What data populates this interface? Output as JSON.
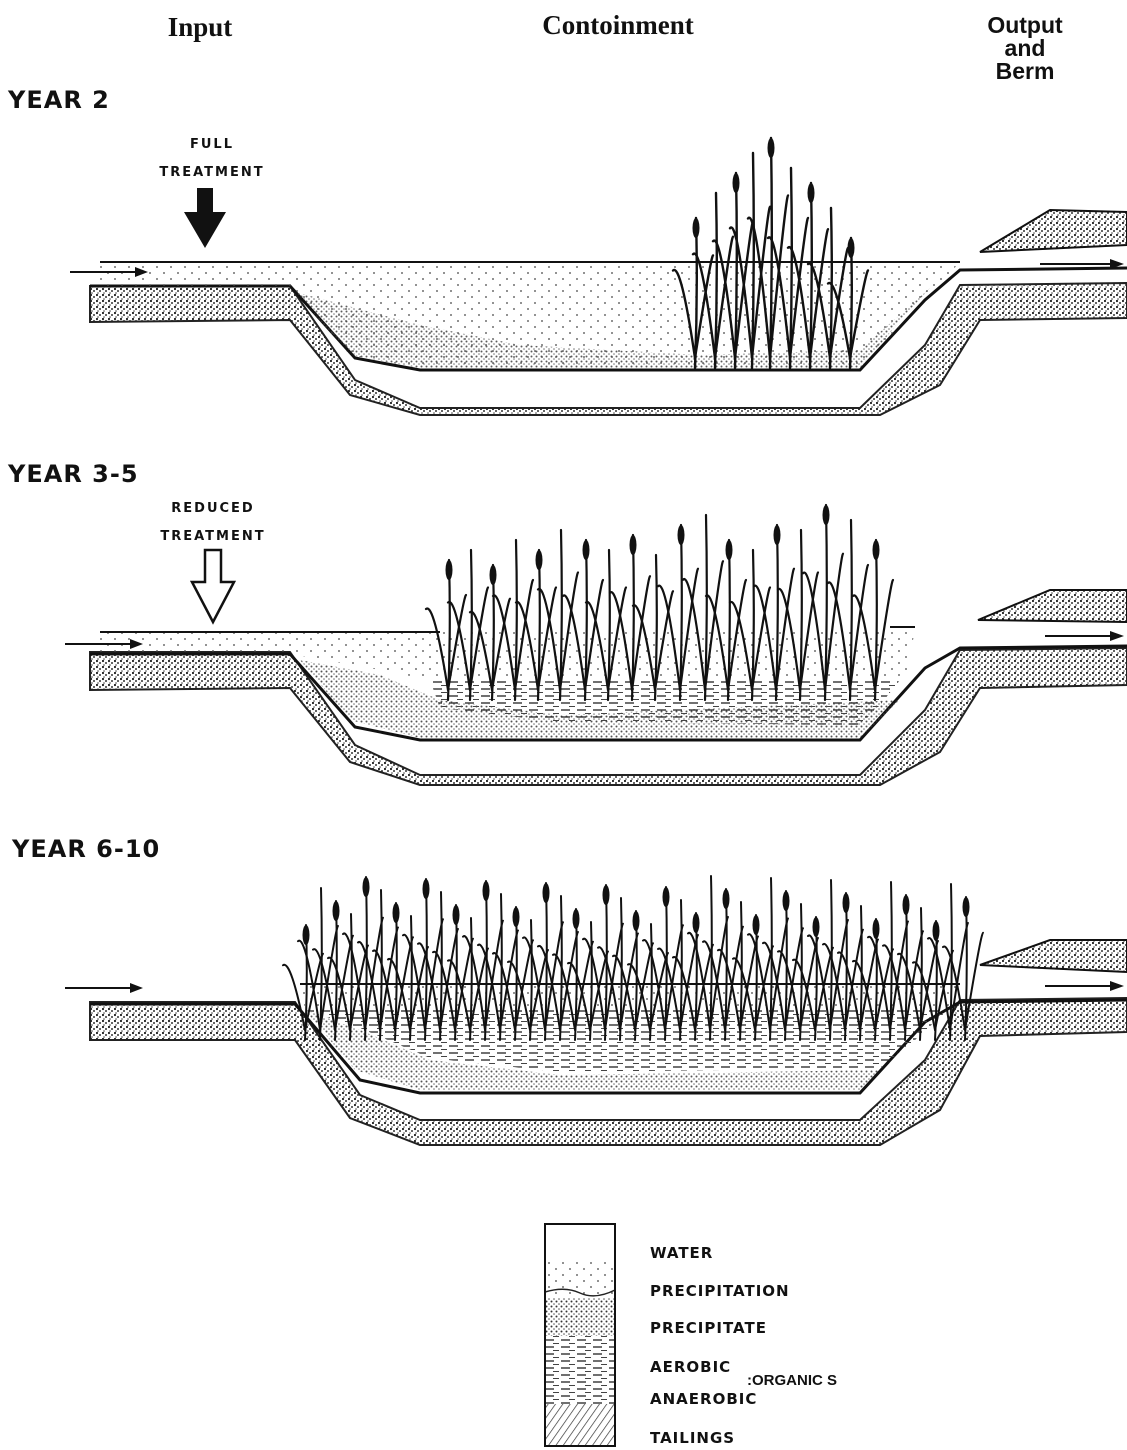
{
  "header": {
    "input": "Input",
    "containment": "Contoinment",
    "output_line1": "Output",
    "output_line2": "and",
    "output_line3": "Berm"
  },
  "panels": [
    {
      "year_label": "YEAR 2",
      "treatment_line1": "FULL",
      "treatment_line2": "TREATMENT",
      "arrow_style": "filled",
      "plant_density": "sparse"
    },
    {
      "year_label": "YEAR 3-5",
      "treatment_line1": "REDUCED",
      "treatment_line2": "TREATMENT",
      "arrow_style": "outline",
      "plant_density": "medium"
    },
    {
      "year_label": "YEAR 6-10",
      "treatment_line1": "",
      "treatment_line2": "",
      "arrow_style": "none",
      "plant_density": "dense"
    }
  ],
  "legend": {
    "water": "WATER",
    "precipitation": "PRECIPITATION",
    "precipitate": "PRECIPITATE",
    "aerobic": "AEROBIC",
    "organics": ":ORGANIC S",
    "anaerobic": "ANAEROBIC",
    "tailings": "TAILINGS"
  }
}
